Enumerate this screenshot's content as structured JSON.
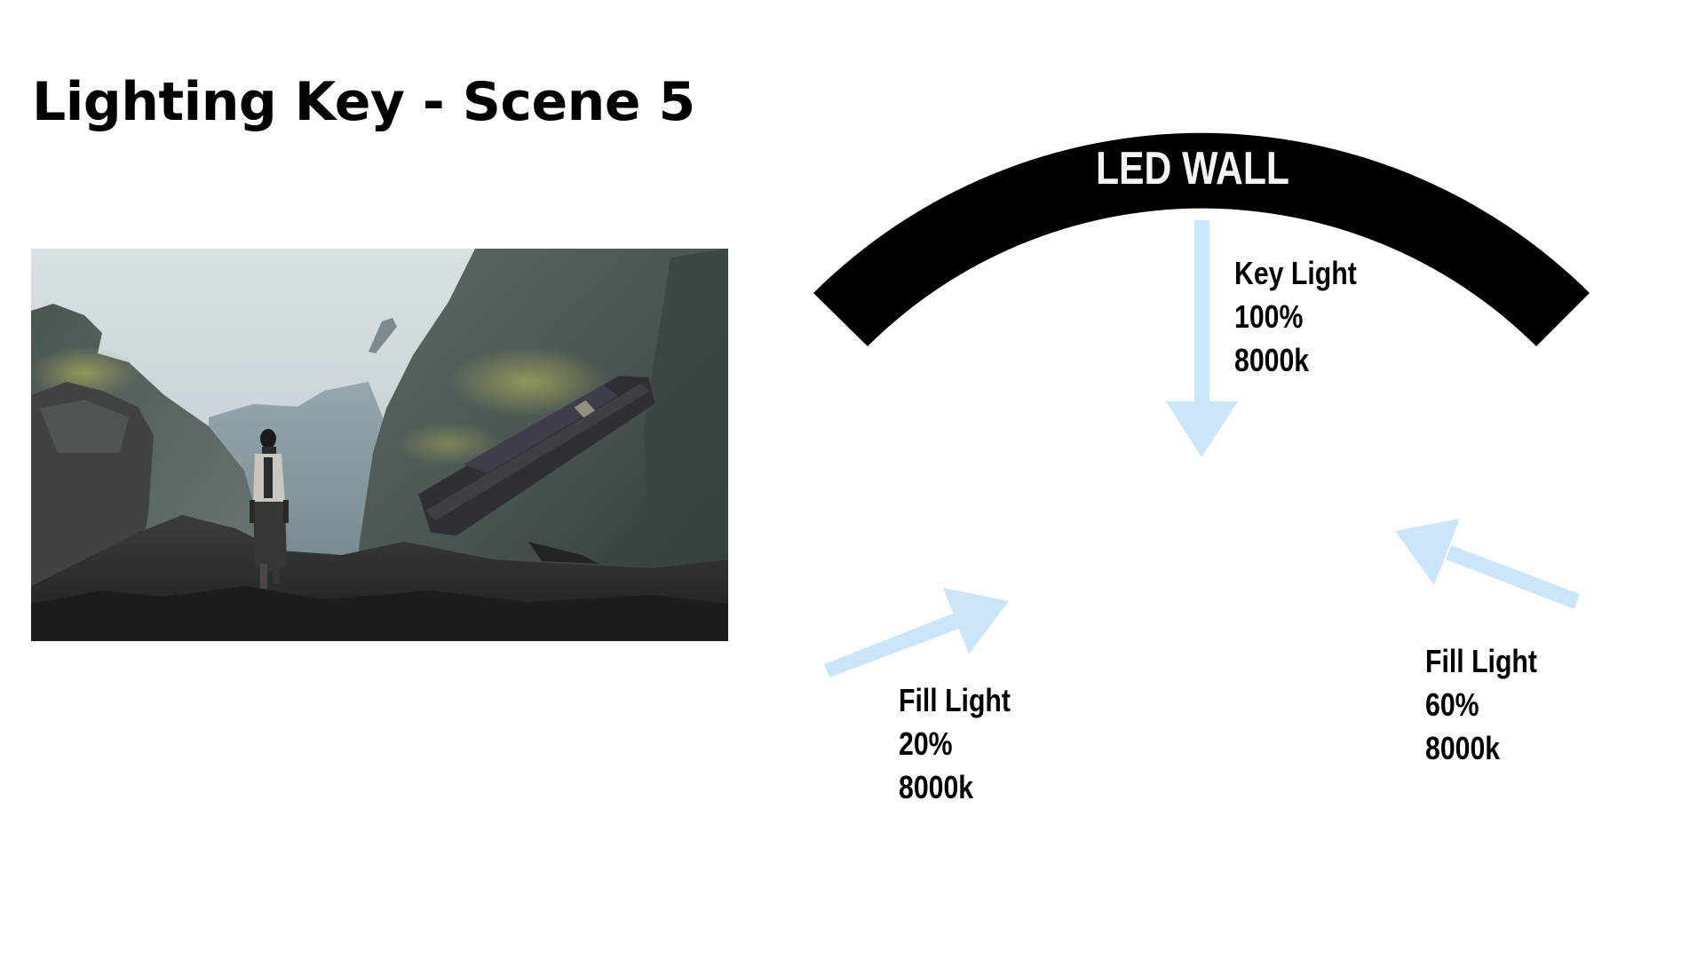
{
  "slide": {
    "title": "Lighting Key - Scene 5"
  },
  "reference_image": {
    "description": "Cinematic still: character in a flight jacket walking through a misty rocky canyon, crashed hover vehicle on the right, airship in the sky"
  },
  "diagram": {
    "wall_label": "LED WALL",
    "colors": {
      "wall": "#000000",
      "wall_text": "#f4f4f4",
      "arrow": "#cbe6fb",
      "label_text": "#000000"
    },
    "lights": [
      {
        "id": "key",
        "name": "Key Light",
        "intensity": "100%",
        "temperature": "8000k",
        "direction": "down"
      },
      {
        "id": "fill-left",
        "name": "Fill Light",
        "intensity": "20%",
        "temperature": "8000k",
        "direction": "up-right"
      },
      {
        "id": "fill-right",
        "name": "Fill Light",
        "intensity": "60%",
        "temperature": "8000k",
        "direction": "up-left"
      }
    ]
  }
}
